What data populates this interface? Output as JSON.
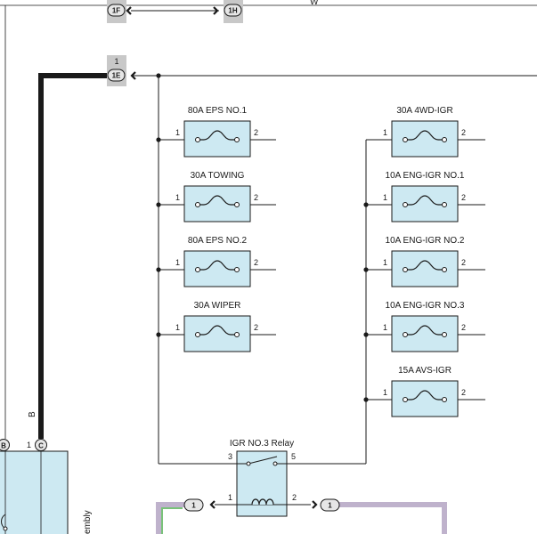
{
  "connectors": {
    "c1f": "1F",
    "c1h": "1H",
    "c1e": "1E",
    "c1e_pin": "1",
    "left_b": "B",
    "left_c": "C",
    "left_c_pin": "1",
    "relay_left": "1",
    "relay_right": "1"
  },
  "wires": {
    "top_color": "W",
    "trunk_color": "B"
  },
  "fuses_left": [
    {
      "label": "80A EPS NO.1",
      "pin_in": "1",
      "pin_out": "2"
    },
    {
      "label": "30A TOWING",
      "pin_in": "1",
      "pin_out": "2"
    },
    {
      "label": "80A EPS NO.2",
      "pin_in": "1",
      "pin_out": "2"
    },
    {
      "label": "30A WIPER",
      "pin_in": "1",
      "pin_out": "2"
    }
  ],
  "fuses_right": [
    {
      "label": "30A 4WD-IGR",
      "pin_in": "1",
      "pin_out": "2"
    },
    {
      "label": "10A ENG-IGR NO.1",
      "pin_in": "1",
      "pin_out": "2"
    },
    {
      "label": "10A ENG-IGR NO.2",
      "pin_in": "1",
      "pin_out": "2"
    },
    {
      "label": "10A ENG-IGR NO.3",
      "pin_in": "1",
      "pin_out": "2"
    },
    {
      "label": "15A AVS-IGR",
      "pin_in": "1",
      "pin_out": "2"
    }
  ],
  "relay": {
    "label": "IGR NO.3 Relay",
    "pin3": "3",
    "pin5": "5",
    "pin1": "1",
    "pin2": "2"
  },
  "assembly_label": "embly",
  "colors": {
    "fuse_fill": "#cde9f2",
    "line": "#1a1a1a",
    "connector_bg": "#c8c8c8",
    "wire_purple": "#bfb2cc",
    "wire_green": "#79c279"
  }
}
